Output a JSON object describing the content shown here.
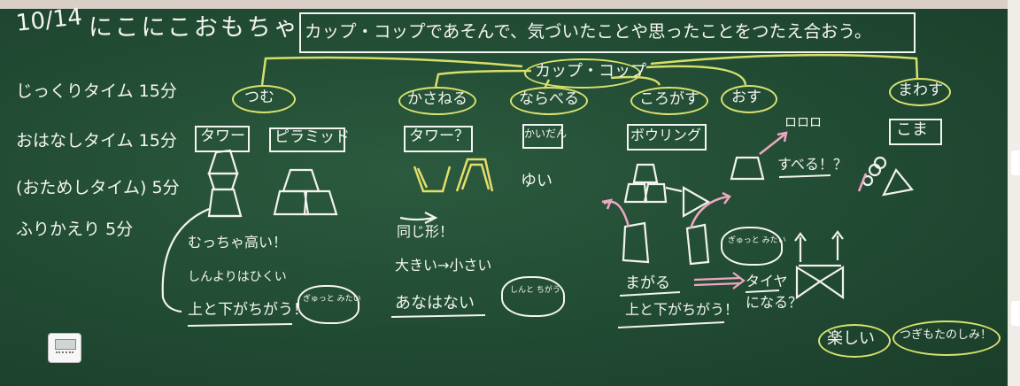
{
  "date": "10/14",
  "lesson_title": "にこにこおもちゃ",
  "goal": "カップ・コップであそんで、気づいたことや思ったことをつたえ合おう。",
  "schedule": [
    {
      "label": "じっくりタイム 15分"
    },
    {
      "label": "おはなしタイム 15分"
    },
    {
      "label": "(おためしタイム) 5分"
    },
    {
      "label": "ふりかえり 5分"
    }
  ],
  "center_label": "カップ・コップ",
  "categories": {
    "tsumu": "つむ",
    "kasaneru": "かさねる",
    "naraberu": "ならべる",
    "korogasu": "ころがす",
    "osu": "おす",
    "mawasu": "まわす"
  },
  "boxes": {
    "tower": "タワー",
    "pyramid": "ピラミッド",
    "tower_q": "タワー？",
    "kaidan": "かいだん",
    "bowling": "ボウリング",
    "koma": "こま"
  },
  "notes": {
    "mucha_takai": "むっちゃ高い！",
    "shita_hikui": "しんよりはひくい",
    "ue_shita": "上と下がちがう！",
    "bubble1": "ぎゅっと みたい",
    "onaji": "同じ形！",
    "ookii_chiisai": "大きい→小さい",
    "ana_nai": "あなはない",
    "bubble2": "しんと ちがう",
    "yui": "ゆい",
    "magaru": "まがる",
    "ue_shita2": "上と下がちがう！",
    "bubble3": "ぎゅっと みたい",
    "taiya": "タイヤ",
    "ni_naru": "になる？",
    "mini": "ロロロ",
    "suberu": "すべる！？",
    "tanoshii": "楽しい",
    "tanoshimi": "つぎもたのしみ！"
  },
  "colors": {
    "board": "#214a33",
    "chalk_white": "#f4f6f1",
    "chalk_yellow": "#e5e06d",
    "chalk_pink": "#f2a7c4"
  }
}
